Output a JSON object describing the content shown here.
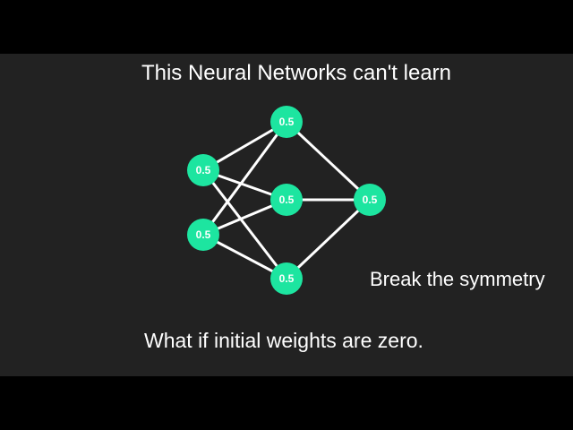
{
  "title": "This Neural Networks can't learn",
  "side_note": "Break the symmetry",
  "question": "What if initial weights are zero.",
  "colors": {
    "background": "#222222",
    "node": "#1de5a0",
    "edge": "#ffffff",
    "letterbox": "#000000"
  },
  "network": {
    "layers": [
      {
        "name": "input",
        "nodes": [
          "0.5",
          "0.5"
        ]
      },
      {
        "name": "hidden",
        "nodes": [
          "0.5",
          "0.5",
          "0.5"
        ]
      },
      {
        "name": "output",
        "nodes": [
          "0.5"
        ]
      }
    ]
  }
}
